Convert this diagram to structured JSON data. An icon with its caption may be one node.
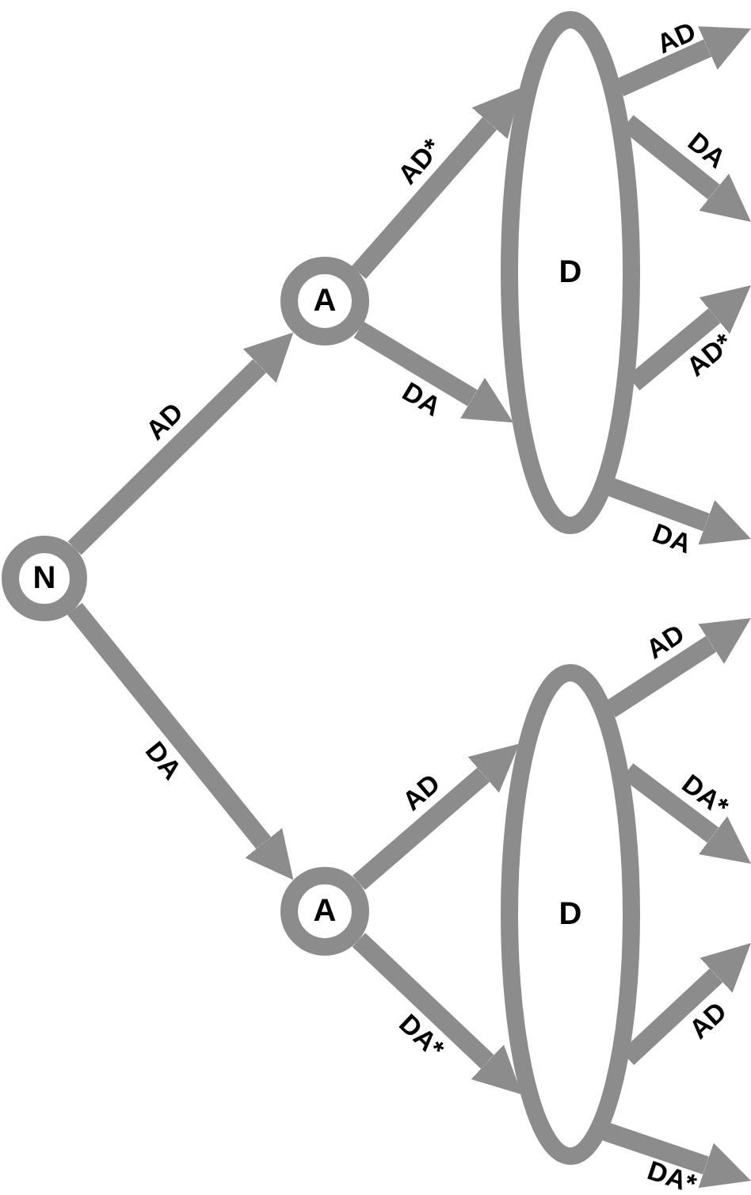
{
  "diagram": {
    "nodes": [
      {
        "text": [
          "N"
        ]
      },
      {
        "text": [
          "A"
        ]
      },
      {
        "text": [
          "D"
        ]
      },
      {
        "text": [
          "A"
        ]
      },
      {
        "text": [
          "D"
        ]
      }
    ],
    "edges": [
      {
        "from": 0,
        "to": 1,
        "arrow": "to",
        "label": "AD"
      },
      {
        "from": 0,
        "to": 3,
        "arrow": "to",
        "label": "DA"
      },
      {
        "from": 1,
        "to": 2,
        "arrow": "to",
        "label": "AD*"
      },
      {
        "from": 1,
        "to": 2,
        "arrow": "to",
        "label": "DA"
      },
      {
        "from": 3,
        "to": 4,
        "arrow": "to",
        "label": "AD"
      },
      {
        "from": 3,
        "to": 4,
        "arrow": "to",
        "label": "DA*"
      },
      {
        "from": 2,
        "to": null,
        "arrow": "to",
        "label": "AD"
      },
      {
        "from": 2,
        "to": null,
        "arrow": "to",
        "label": "DA"
      },
      {
        "from": 2,
        "to": null,
        "arrow": "to",
        "label": "AD*"
      },
      {
        "from": 2,
        "to": null,
        "arrow": "to",
        "label": "DA"
      },
      {
        "from": 4,
        "to": null,
        "arrow": "to",
        "label": "AD"
      },
      {
        "from": 4,
        "to": null,
        "arrow": "to",
        "label": "DA*"
      },
      {
        "from": 4,
        "to": null,
        "arrow": "to",
        "label": "AD"
      },
      {
        "from": 4,
        "to": null,
        "arrow": "to",
        "label": "DA*"
      }
    ]
  }
}
